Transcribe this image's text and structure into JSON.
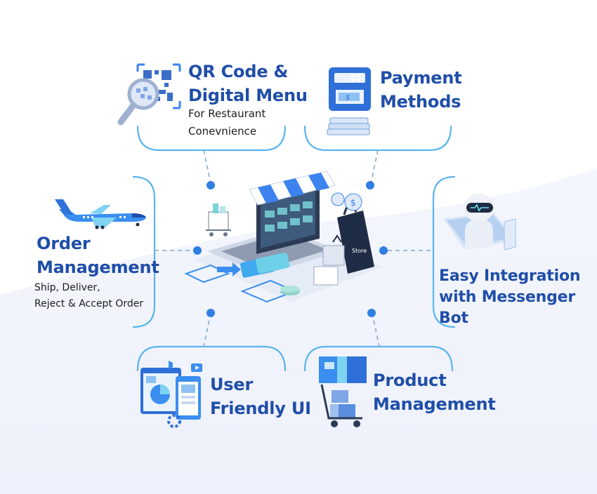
{
  "features": {
    "qr": {
      "title_line1": "QR Code &",
      "title_line2": "Digital Menu",
      "sub_line1": "For Restaurant",
      "sub_line2": "Conevnience"
    },
    "payment": {
      "title_line1": "Payment",
      "title_line2": "Methods"
    },
    "order": {
      "title_line1": "Order",
      "title_line2": "Management",
      "sub_line1": "Ship, Deliver,",
      "sub_line2": "Reject & Accept Order"
    },
    "messenger": {
      "title_line1": "Easy Integration",
      "title_line2": "with Messenger Bot"
    },
    "ui": {
      "title_line1": "User",
      "title_line2": "Friendly UI"
    },
    "product": {
      "title_line1": "Product",
      "title_line2": "Management"
    }
  },
  "illustrations": {
    "center": "online-store-laptop-icon",
    "qr": "qr-magnifier-icon",
    "payment": "atm-payment-icon",
    "order": "airplane-icon",
    "messenger": "robot-bot-icon",
    "ui": "ui-screens-icon",
    "product": "boxes-trolley-icon",
    "store_label": "Store"
  },
  "colors": {
    "accent": "#1f4ea8",
    "connector": "#2f7fe3",
    "arc": "#58b6f0"
  }
}
